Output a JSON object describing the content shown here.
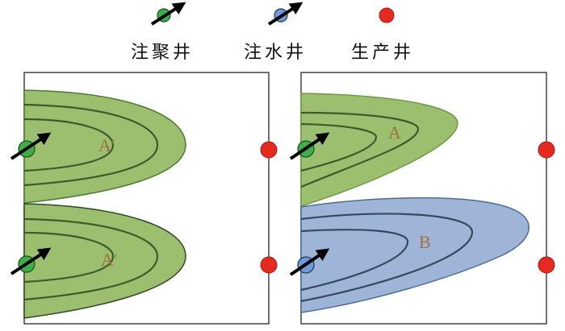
{
  "legend": {
    "polymer_injector": "注聚井",
    "water_injector": "注水井",
    "producer": "生产井"
  },
  "left_panel": {
    "zone_top": "A′",
    "zone_bottom": "A′"
  },
  "right_panel": {
    "zone_top": "A",
    "zone_bottom": "B"
  },
  "colors": {
    "polymer": "#9bbf6e",
    "water": "#9fb5d8",
    "producer": "#e52a22",
    "polymer_well": "#3fae4a",
    "water_well": "#6f9ad6",
    "zone_label": "#a0703c"
  }
}
